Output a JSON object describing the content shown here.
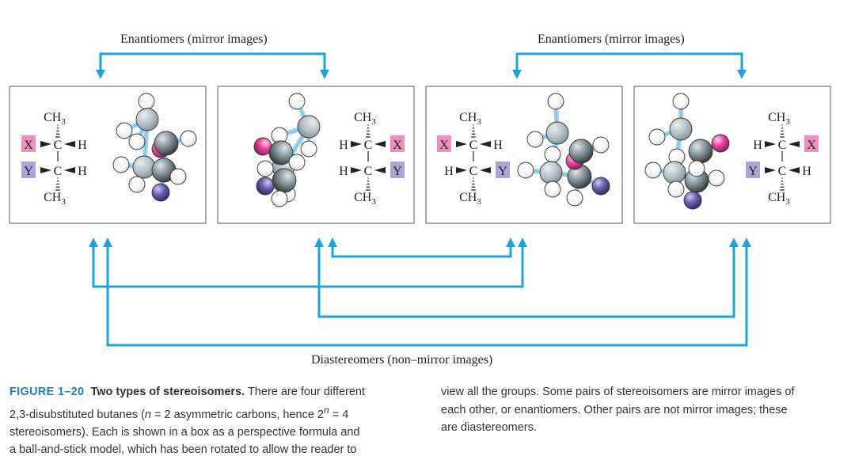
{
  "labels": {
    "enantiomers_left": "Enantiomers (mirror images)",
    "enantiomers_right": "Enantiomers (mirror images)",
    "diastereomers": "Diastereomers (non–mirror images)"
  },
  "formula": {
    "ch3": "CH",
    "ch3_sub": "3",
    "c": "C",
    "h": "H",
    "x": "X",
    "y": "Y"
  },
  "caption": {
    "fig_label": "FIGURE 1–20",
    "title": "Two types of stereoisomers.",
    "col1": [
      "There are four different",
      "2,3-disubstituted butanes (",
      "stereoisomers). Each is shown in a box as a perspective formula and",
      "a ball-and-stick model, which has been rotated to allow the reader to"
    ],
    "col1_math": {
      "n": "n",
      "eq": " = 2 asymmetric carbons, hence 2",
      "sup": "n",
      "tail": " = 4"
    },
    "col2": [
      "view all the groups. Some pairs of stereoisomers are mirror images of",
      "each other, or enantiomers. Other pairs are not mirror images; these",
      "are diastereomers."
    ]
  },
  "colors": {
    "arrow": "#1aa3dd",
    "x_box": "#f08fbf",
    "y_box": "#a9a6d6",
    "carbon": "#7f8e96",
    "pink_ball": "#e8459b",
    "purple_ball": "#6b62b0",
    "bond": "#9fd4ee"
  }
}
